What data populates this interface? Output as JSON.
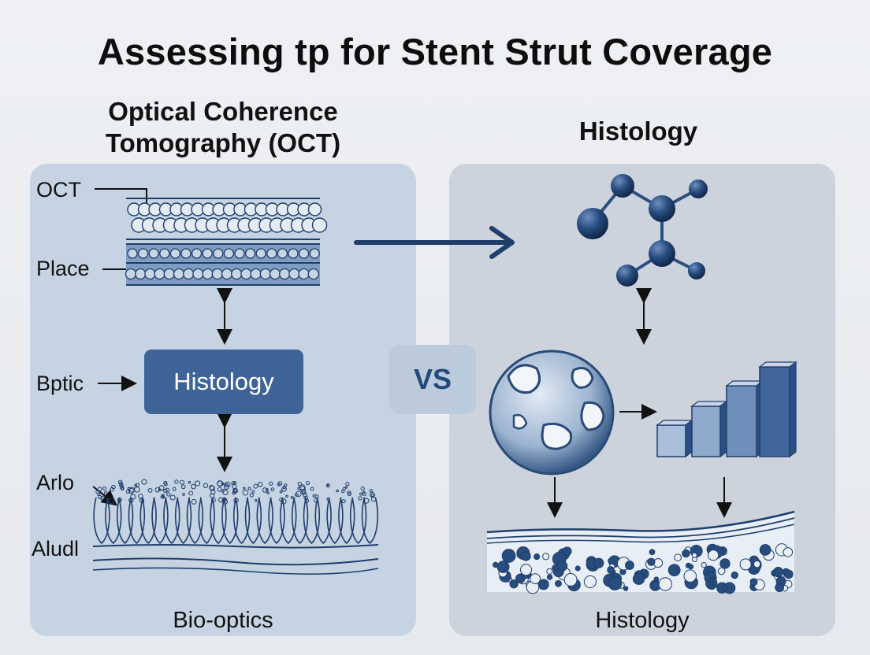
{
  "title": "Assessing tp for Stent Strut Coverage",
  "left": {
    "heading_line1": "Optical Coherence",
    "heading_line2": "Tomography (OCT)",
    "labels": {
      "oct": "OCT",
      "place": "Place",
      "bptic": "Bptic",
      "arlo": "Arlo",
      "aludl": "Aludl"
    },
    "center_box": "Histology",
    "footer": "Bio-optics"
  },
  "vs": "VS",
  "right": {
    "heading": "Histology",
    "footer": "Histology"
  },
  "colors": {
    "left_panel": "#c5d3e2",
    "right_panel": "#cdd3dc",
    "accent_dark": "#1f3e6b",
    "box_blue": "#3e6497"
  }
}
